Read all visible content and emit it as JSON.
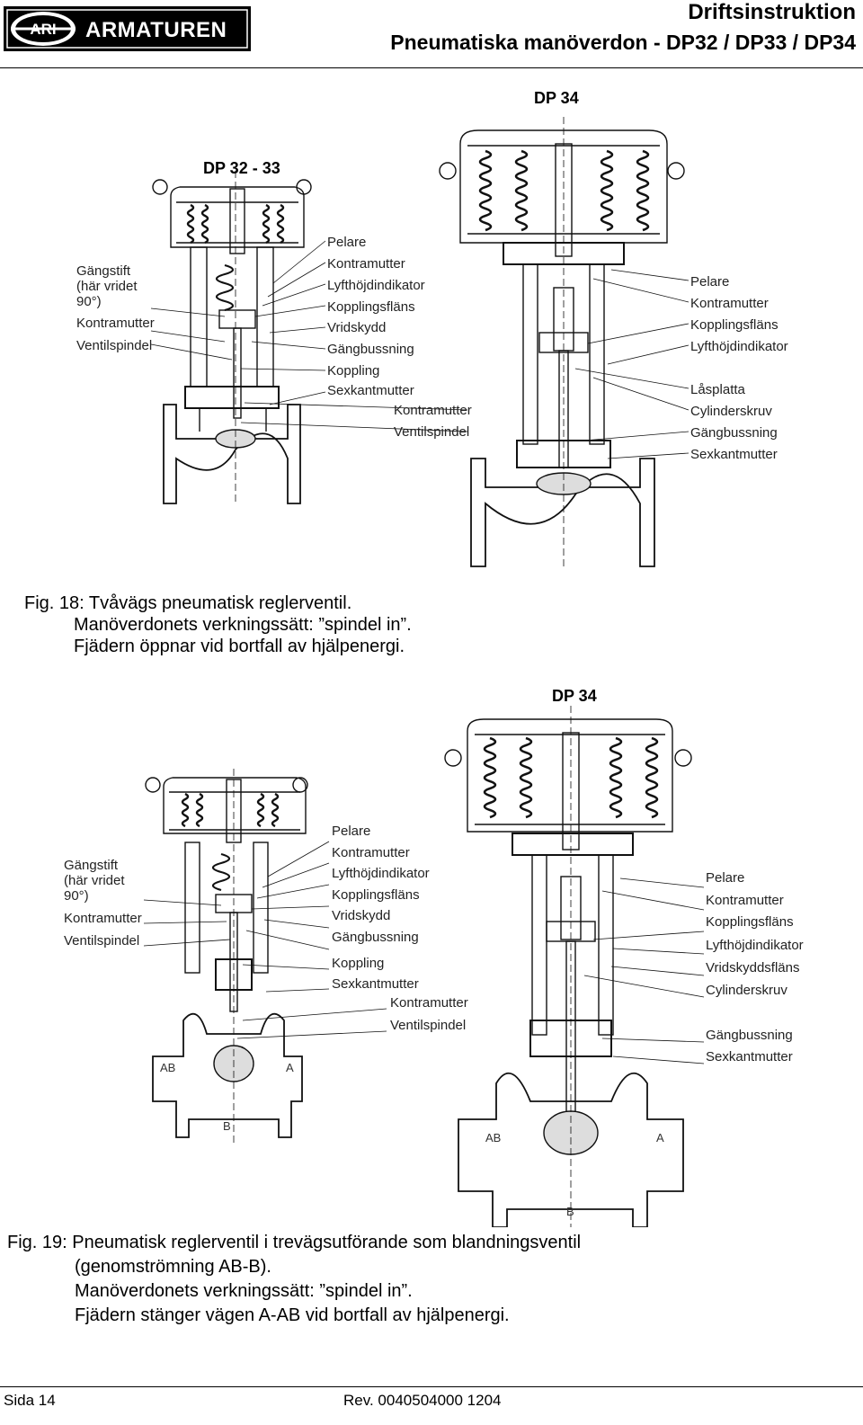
{
  "header": {
    "logo_text": "ARI ARMATUREN",
    "logo_mark": "ARI",
    "logo_word": "ARMATUREN",
    "doc_type": "Driftsinstruktion",
    "title": "Pneumatiska manöverdon - DP32 / DP33 / DP34"
  },
  "fig18": {
    "small_title": "DP 32 - 33",
    "large_title": "DP 34",
    "left_labels": [
      "Gängstift",
      "(här vridet",
      "90°)",
      "Kontramutter",
      "Ventilspindel"
    ],
    "mid_labels": [
      "Pelare",
      "Kontramutter",
      "Lyfthöjdindikator",
      "Kopplingsfläns",
      "Vridskydd",
      "Gängbussning",
      "Koppling",
      "Sexkantmutter"
    ],
    "mid_sub_labels": [
      "Kontramutter",
      "Ventilspindel"
    ],
    "right_labels_top": [
      "Pelare",
      "Kontramutter",
      "Kopplingsfläns",
      "Lyfthöjdindikator"
    ],
    "right_labels_bottom": [
      "Låsplatta",
      "Cylinderskruv",
      "Gängbussning",
      "Sexkantmutter"
    ],
    "caption": [
      "Fig. 18: Tvåvägs pneumatisk reglerventil.",
      "Manöverdonets verkningssätt: ”spindel in”.",
      "Fjädern öppnar vid bortfall av hjälpenergi."
    ]
  },
  "fig19": {
    "large_title": "DP 34",
    "left_labels": [
      "Gängstift",
      "(här vridet",
      "90°)",
      "Kontramutter",
      "Ventilspindel"
    ],
    "mid_labels": [
      "Pelare",
      "Kontramutter",
      "Lyfthöjdindikator",
      "Kopplingsfläns",
      "Vridskydd",
      "Gängbussning"
    ],
    "mid_labels_2": [
      "Koppling",
      "Sexkantmutter"
    ],
    "mid_sub_labels": [
      "Kontramutter",
      "Ventilspindel"
    ],
    "right_labels_top": [
      "Pelare",
      "Kontramutter",
      "Kopplingsfläns",
      "Lyfthöjdindikator",
      "Vridskyddsfläns",
      "Cylinderskruv"
    ],
    "right_labels_bottom": [
      "Gängbussning",
      "Sexkantmutter"
    ],
    "port_labels": {
      "ab": "AB",
      "a": "A",
      "b": "B"
    },
    "caption": [
      "Fig. 19: Pneumatisk reglerventil i trevägsutförande som blandningsventil",
      "(genomströmning AB-B).",
      "Manöverdonets verkningssätt: ”spindel in”.",
      "Fjädern stänger vägen A-AB vid bortfall av hjälpenergi."
    ]
  },
  "footer": {
    "page": "Sida 14",
    "revision": "Rev. 0040504000 1204"
  }
}
